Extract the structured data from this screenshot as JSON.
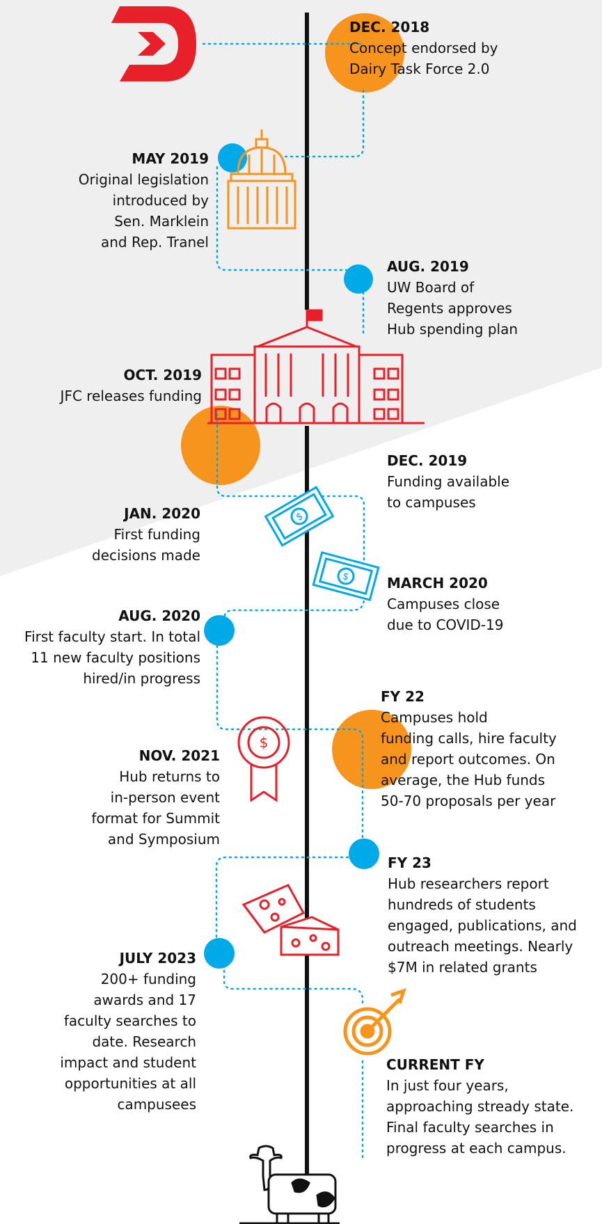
{
  "colors": {
    "red": "#e8202a",
    "orange": "#f7941d",
    "blue": "#00a9e8",
    "gray_bg": "#efefef",
    "line": "#111111",
    "text": "#111111"
  },
  "icons": [
    "dairy-logo-icon",
    "capitol-dome-icon",
    "university-building-icon",
    "money-bill-icon",
    "award-ribbon-icon",
    "cheese-icon",
    "target-icon",
    "cow-icon"
  ],
  "events": [
    {
      "date": "DEC. 2018",
      "desc": "Concept endorsed by\nDairy Task Force 2.0"
    },
    {
      "date": "MAY 2019",
      "desc": "Original legislation\nintroduced by\nSen. Marklein\nand Rep. Tranel"
    },
    {
      "date": "AUG. 2019",
      "desc": "UW Board of\nRegents approves\nHub spending plan"
    },
    {
      "date": "OCT. 2019",
      "desc": "JFC releases funding"
    },
    {
      "date": "DEC. 2019",
      "desc": "Funding available\nto campuses"
    },
    {
      "date": "JAN. 2020",
      "desc": "First funding\ndecisions made"
    },
    {
      "date": "MARCH 2020",
      "desc": "Campuses close\ndue to COVID-19"
    },
    {
      "date": "AUG. 2020",
      "desc": "First faculty start. In total\n11 new faculty positions\nhired/in progress"
    },
    {
      "date": "FY 22",
      "desc": "Campuses hold\nfunding calls, hire faculty\nand report outcomes. On\naverage, the Hub funds\n50-70 proposals per year"
    },
    {
      "date": "NOV. 2021",
      "desc": "Hub returns to\nin-person event\nformat for Summit\nand Symposium"
    },
    {
      "date": "FY 23",
      "desc": "Hub researchers report\nhundreds of students\nengaged, publications, and\noutreach meetings. Nearly\n$7M in related grants"
    },
    {
      "date": "JULY 2023",
      "desc": "200+ funding\nawards and 17\nfaculty searches to\ndate. Research\nimpact and student\nopportunities at all\ncampusees"
    },
    {
      "date": "CURRENT FY",
      "desc": "In just four years,\napproaching stready state.\nFinal faculty searches in\nprogress at each campus."
    }
  ]
}
